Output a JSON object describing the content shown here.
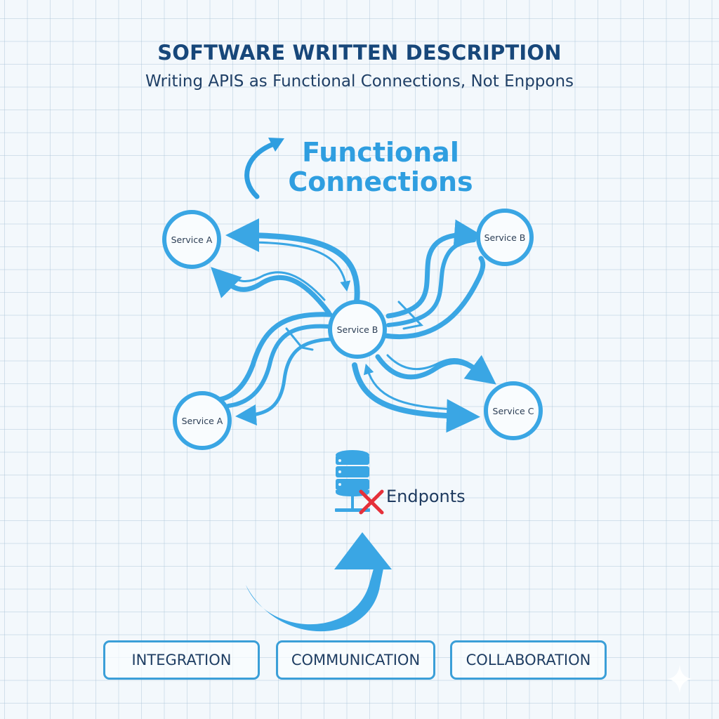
{
  "header": {
    "title": "SOFTWARE WRITTEN DESCRIPTION",
    "subtitle": "Writing APIS as Functional Connections, Not Enppons"
  },
  "diagram": {
    "heading_line1": "Functional",
    "heading_line2": "Connections",
    "nodes": [
      {
        "id": "top-left",
        "label": "Service A"
      },
      {
        "id": "top-right",
        "label": "Service B"
      },
      {
        "id": "center",
        "label": "Service B"
      },
      {
        "id": "bottom-left",
        "label": "Service A"
      },
      {
        "id": "bottom-right",
        "label": "Service C"
      }
    ],
    "endpoints_label": "Endponts",
    "endpoints_icon": "database-server-icon",
    "endpoints_status_icon": "red-x-icon"
  },
  "footer": {
    "pills": [
      {
        "label": "INTEGRATION"
      },
      {
        "label": "COMMUNICATION"
      },
      {
        "label": "COLLABORATION"
      }
    ]
  },
  "colors": {
    "accent": "#3aa6e4",
    "title": "#17477a",
    "text": "#1f3e63",
    "error": "#e5303a",
    "background": "#f3f8fc"
  }
}
